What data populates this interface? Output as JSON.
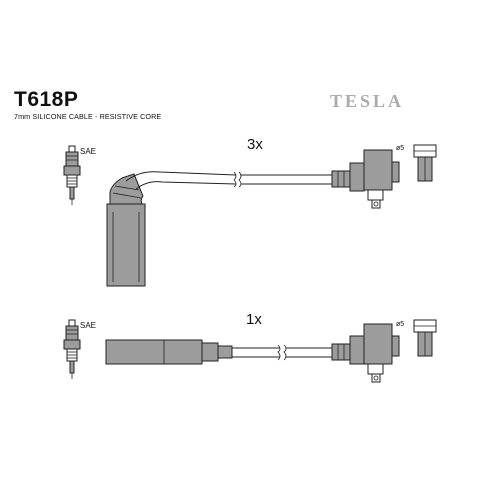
{
  "header": {
    "part_number": "T618P",
    "spec": "7mm SILICONE CABLE - RESISTIVE CORE",
    "brand": "TESLA"
  },
  "leads": [
    {
      "quantity": "3x",
      "plug_standard": "SAE",
      "terminal_diameter": "ø5"
    },
    {
      "quantity": "1x",
      "plug_standard": "SAE",
      "terminal_diameter": "ø5"
    }
  ],
  "colors": {
    "part_fill": "#9c9c9c",
    "outline": "#222222",
    "brand_text": "#ababab"
  }
}
